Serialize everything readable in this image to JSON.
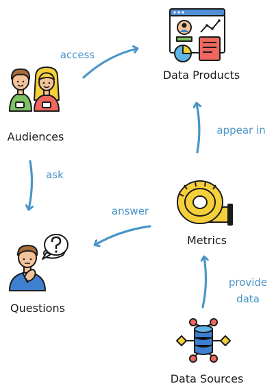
{
  "nodes": {
    "audiences": {
      "label": "Audiences",
      "icon": "people-icon"
    },
    "data_products": {
      "label": "Data Products",
      "icon": "dashboard-icon"
    },
    "questions": {
      "label": "Questions",
      "icon": "thinking-person-icon"
    },
    "metrics": {
      "label": "Metrics",
      "icon": "tape-measure-icon"
    },
    "data_sources": {
      "label": "Data Sources",
      "icon": "database-network-icon"
    }
  },
  "edges": {
    "access": {
      "label": "access"
    },
    "appear_in": {
      "label": "appear in"
    },
    "ask": {
      "label": "ask"
    },
    "answer": {
      "label": "answer"
    },
    "provide_data": {
      "line1": "provide",
      "line2": "data"
    }
  },
  "colors": {
    "arrow": "#4a95c8",
    "edge_text": "#4a95c8",
    "node_text": "#1a1a1a",
    "outline": "#1b1b1b",
    "yellow": "#f5d03b",
    "red": "#f0675f",
    "green": "#7cc262",
    "blue": "#3e7fd0",
    "skin": "#f5c39a",
    "hair": "#a56a3a"
  }
}
